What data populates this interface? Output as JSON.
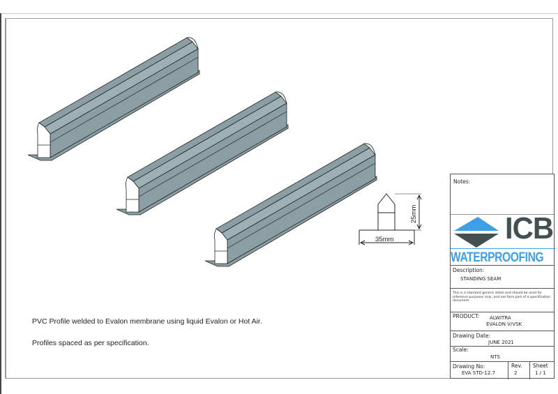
{
  "drawing": {
    "profiles_count": 3,
    "profile_color": "#8a9ea4",
    "section_detail": {
      "width_label": "35mm",
      "height_label": "25mm"
    },
    "notes": [
      "PVC Profile welded to Evalon membrane using liquid Evalon or Hot Air.",
      "Profiles spaced as per specification."
    ]
  },
  "title_block": {
    "notes_label": "Notes:",
    "logo": {
      "brand": "ICB",
      "subtitle": "WATERPROOFING",
      "colors": {
        "blue": "#3d9fe6",
        "dark": "#44504f"
      }
    },
    "description_label": "Description:",
    "description_value": "STANDING SEAM",
    "disclaimer": "This is a standard generic detail and should be used for reference purposes only, and not form part of a specification document.",
    "product_label": "PRODUCT:",
    "product_line1": "ALWITRA",
    "product_line2": "EVALON V/VSK",
    "drawing_date_label": "Drawing Date:",
    "drawing_date_value": "JUNE 2021",
    "scale_label": "Scale:",
    "scale_value": "NTS",
    "drawing_no_label": "Drawing No:",
    "drawing_no_value": "EVA STD-12.7",
    "rev_label": "Rev.",
    "rev_value": "2",
    "sheet_label": "Sheet",
    "sheet_value": "1 / 1"
  }
}
